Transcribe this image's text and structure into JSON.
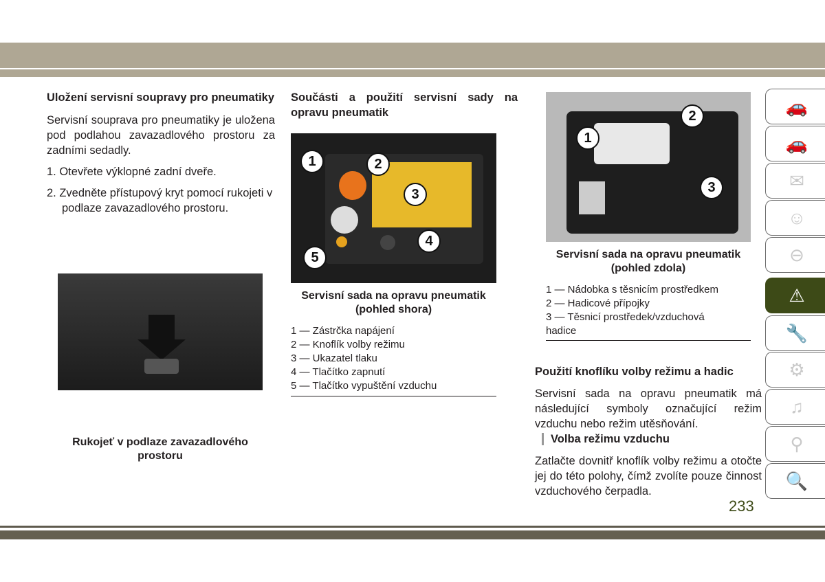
{
  "left": {
    "heading": "Uložení servisní soupravy pro pneumatiky",
    "body": "Servisní souprava pro pneumatiky je uložena pod podlahou zavazadlového prostoru za zadními sedadly.",
    "steps": [
      "1. Otevřete výklopné zadní dveře.",
      "2. Zvedněte přístupový kryt pomocí rukojeti v podlaze zavazadlového prostoru."
    ],
    "caption": "Rukojeť v podlaze zavazadlového prostoru"
  },
  "middle": {
    "heading": "Součásti a použití servisní sady na opravu pneumatik",
    "callouts": [
      "1",
      "2",
      "3",
      "4",
      "5"
    ],
    "caption": "Servisní sada na opravu pneumatik (pohled shora)",
    "legend": [
      "1 — Zástrčka napájení",
      "2 — Knoflík volby režimu",
      "3 — Ukazatel tlaku",
      "4 — Tlačítko zapnutí",
      "5 — Tlačítko vypuštění vzduchu"
    ]
  },
  "right": {
    "callouts": [
      "1",
      "2",
      "3"
    ],
    "caption": "Servisní sada na opravu pneumatik (pohled zdola)",
    "legend": [
      "1 — Nádobka s těsnicím prostředkem",
      "2 — Hadicové přípojky",
      "3 — Těsnicí prostředek/vzduchová hadice"
    ],
    "heading": "Použití knoflíku volby režimu a hadic",
    "body": "Servisní sada na opravu pneumatik má následující symboly označující režim vzduchu nebo režim utěsňování.",
    "subheading": "Volba režimu vzduchu",
    "body2": "Zatlačte dovnitř knoflík volby režimu a otočte jej do této polohy, čímž zvolíte pouze činnost vzduchového čerpadla."
  },
  "sidebar_tabs": [
    "car-search-icon",
    "car-info-icon",
    "warning-light-message-icon",
    "airbag-seat-icon",
    "key-steering-wheel-icon",
    "car-emergency-triangle-icon",
    "car-wrench-icon",
    "list-gears-icon",
    "multimedia-icon",
    "search-icon",
    "index-icon"
  ],
  "page_number": "233",
  "colors": {
    "band": "#afa794",
    "accent": "#3d4a17",
    "bottom_band": "#656050"
  }
}
